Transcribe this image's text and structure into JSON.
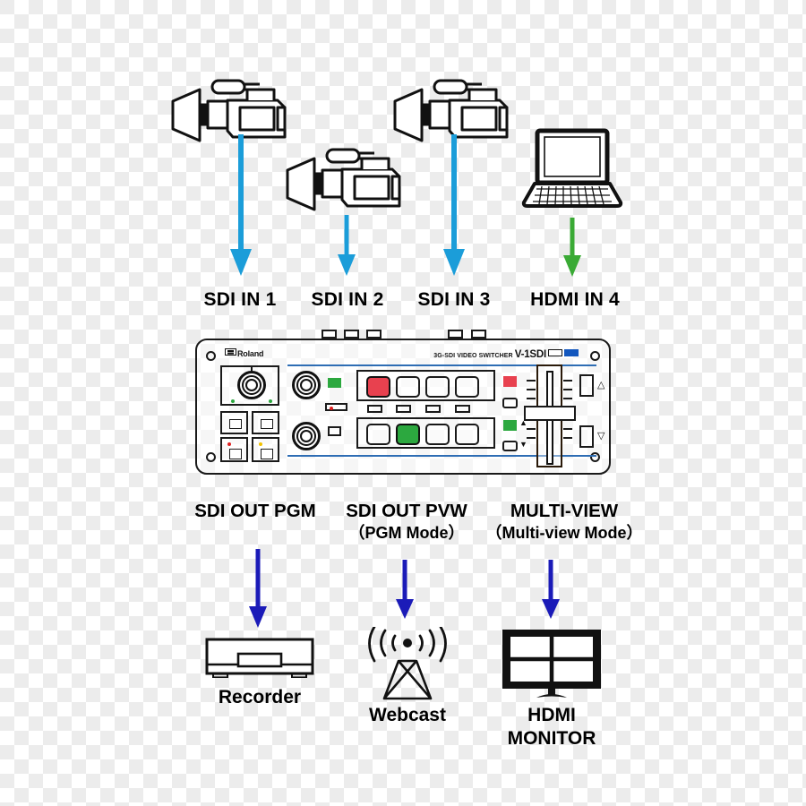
{
  "diagram": {
    "title": "Roland V-1SDI connection diagram",
    "colors": {
      "arrow_blue": "#1b9dd9",
      "arrow_green": "#3aaa35",
      "arrow_navy": "#1b1bb8",
      "panel_accent_blue": "#2e6db4",
      "btn_red": "#e8414f",
      "btn_green": "#2ca83f",
      "led_green": "#2ca83f",
      "led_red": "#e02020",
      "led_yellow": "#f2c200"
    }
  },
  "inputs": [
    {
      "label": "SDI IN 1",
      "source_icon": "video-camera-icon",
      "arrow_color": "#1b9dd9"
    },
    {
      "label": "SDI IN 2",
      "source_icon": "video-camera-icon",
      "arrow_color": "#1b9dd9"
    },
    {
      "label": "SDI IN 3",
      "source_icon": "video-camera-icon",
      "arrow_color": "#1b9dd9"
    },
    {
      "label": "HDMI IN 4",
      "source_icon": "laptop-icon",
      "arrow_color": "#3aaa35"
    }
  ],
  "switcher": {
    "brand": "Roland",
    "model_prefix": "3G-SDI VIDEO SWITCHER",
    "model_name": "V-1SDI"
  },
  "outputs": [
    {
      "label": "SDI OUT PGM",
      "sub": "",
      "device": "Recorder",
      "device_icon": "recorder-icon",
      "arrow_color": "#1b1bb8"
    },
    {
      "label": "SDI OUT PVW",
      "sub": "（PGM Mode）",
      "device": "Webcast",
      "device_icon": "antenna-icon",
      "arrow_color": "#1b1bb8"
    },
    {
      "label": "MULTI-VIEW",
      "sub": "（Multi-view Mode）",
      "device": "HDMI\nMONITOR",
      "device_icon": "monitor-icon",
      "arrow_color": "#1b1bb8"
    }
  ],
  "devices": {
    "recorder_label": "Recorder",
    "webcast_label": "Webcast",
    "monitor_label_line1": "HDMI",
    "monitor_label_line2": "MONITOR"
  }
}
